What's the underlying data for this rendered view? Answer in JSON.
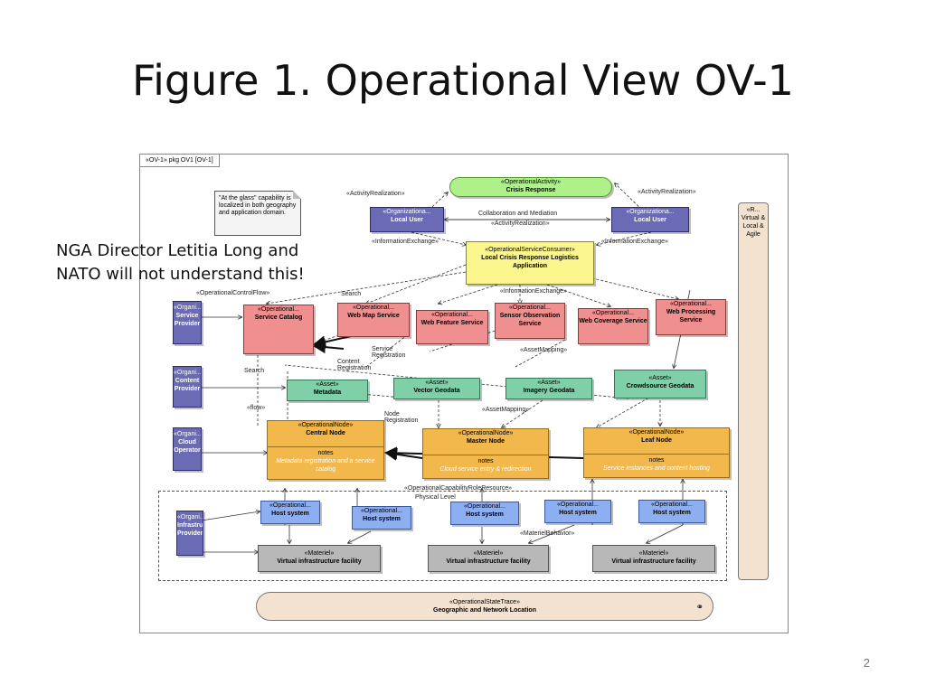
{
  "slide": {
    "title": "Figure 1. Operational View OV-1",
    "page_number": "2",
    "annotation_line1": "NGA Director Letitia Long and",
    "annotation_line2": "NATO will not understand this!"
  },
  "diagram": {
    "package_tab": "«OV-1» pkg OV1 [OV-1]",
    "comment_text": "\"At the glass\" capability is localized in both geography and application domain.",
    "crisis_response": {
      "stereo": "«OperationalActivity»",
      "name": "Crisis Response"
    },
    "local_user_left": {
      "stereo": "«Organizationa...",
      "name": "Local User"
    },
    "local_user_right": {
      "stereo": "«Organizationa...",
      "name": "Local User"
    },
    "consumer": {
      "stereo": "«OperationalServiceConsumer»",
      "name": "Local Crisis Response Logistics Application"
    },
    "service_provider": {
      "stereo": "«Organi...",
      "name": "Service Provider"
    },
    "service_catalog": {
      "stereo": "«Operational...",
      "name": "Service Catalog"
    },
    "web_map": {
      "stereo": "«Operational...",
      "name": "Web Map Service"
    },
    "web_feature": {
      "stereo": "«Operational...",
      "name": "Web Feature Service"
    },
    "sensor_obs": {
      "stereo": "«Operational...",
      "name": "Sensor Observation Service"
    },
    "web_coverage": {
      "stereo": "«Operational...",
      "name": "Web Coverage Service"
    },
    "web_processing": {
      "stereo": "«Operational...",
      "name": "Web Processing Service"
    },
    "content_provider": {
      "stereo": "«Organi...",
      "name": "Content Provider"
    },
    "metadata": {
      "stereo": "«Asset»",
      "name": "Metadata"
    },
    "vector_geodata": {
      "stereo": "«Asset»",
      "name": "Vector Geodata"
    },
    "imagery_geodata": {
      "stereo": "«Asset»",
      "name": "Imagery Geodata"
    },
    "crowdsource_geodata": {
      "stereo": "«Asset»",
      "name": "Crowdsource Geodata"
    },
    "cloud_operator": {
      "stereo": "«Organi...",
      "name": "Cloud Operator"
    },
    "central_node": {
      "stereo": "«OperationalNode»",
      "name": "Central Node",
      "notes": "notes",
      "note_text": "Metadata registration and a service catalog"
    },
    "master_node": {
      "stereo": "«OperationalNode»",
      "name": "Master Node",
      "notes": "notes",
      "note_text": "Cloud service entry & redirection"
    },
    "leaf_node": {
      "stereo": "«OperationalNode»",
      "name": "Leaf Node",
      "notes": "notes",
      "note_text": "Service instances and content hosting"
    },
    "infra_provider": {
      "stereo": "«Organi...",
      "name": "Infrastructure Provider"
    },
    "host_1": {
      "stereo": "«Operational...",
      "name": "Host system"
    },
    "host_2": {
      "stereo": "«Operational...",
      "name": "Host system"
    },
    "host_3": {
      "stereo": "«Operational...",
      "name": "Host system"
    },
    "host_4": {
      "stereo": "«Operational...",
      "name": "Host system"
    },
    "host_5": {
      "stereo": "«Operational...",
      "name": "Host system"
    },
    "vif_1": {
      "stereo": "«Materiel»",
      "name": "Virtual infrastructure facility"
    },
    "vif_2": {
      "stereo": "«Materiel»",
      "name": "Virtual infrastructure facility"
    },
    "vif_3": {
      "stereo": "«Materiel»",
      "name": "Virtual infrastructure facility"
    },
    "side_bar": "«R... Virtual & Local & Agile",
    "state_trace": {
      "stereo": "«OperationalStateTrace»",
      "name": "Geographic and Network Location"
    },
    "labels": {
      "activity_realization_left": "«ActivityRealization»",
      "activity_realization_right": "«ActivityRealization»",
      "collaboration": "Collaboration and Mediation",
      "activity_realization_mid": "«ActivityRealization»",
      "info_exchange_left": "«InformationExchange»",
      "info_exchange_right": "«InformationExchange»",
      "info_exchange_mid": "«InformationExchange»",
      "control_flow": "«OperationalControlFlow»",
      "search_top": "Search",
      "service_registration": "Service Registration",
      "content_registration": "Content Registration",
      "asset_mapping_top": "«AssetMapping»",
      "asset_mapping_mid": "«AssetMapping»",
      "search_left": "Search",
      "flow": "«flow»",
      "node_registration": "Node Registration",
      "capability_role": "«OperationalCapabilityRoleResource»",
      "physical_level": "Physical Level",
      "materiel_behavior": "«MaterielBehavior»"
    }
  }
}
